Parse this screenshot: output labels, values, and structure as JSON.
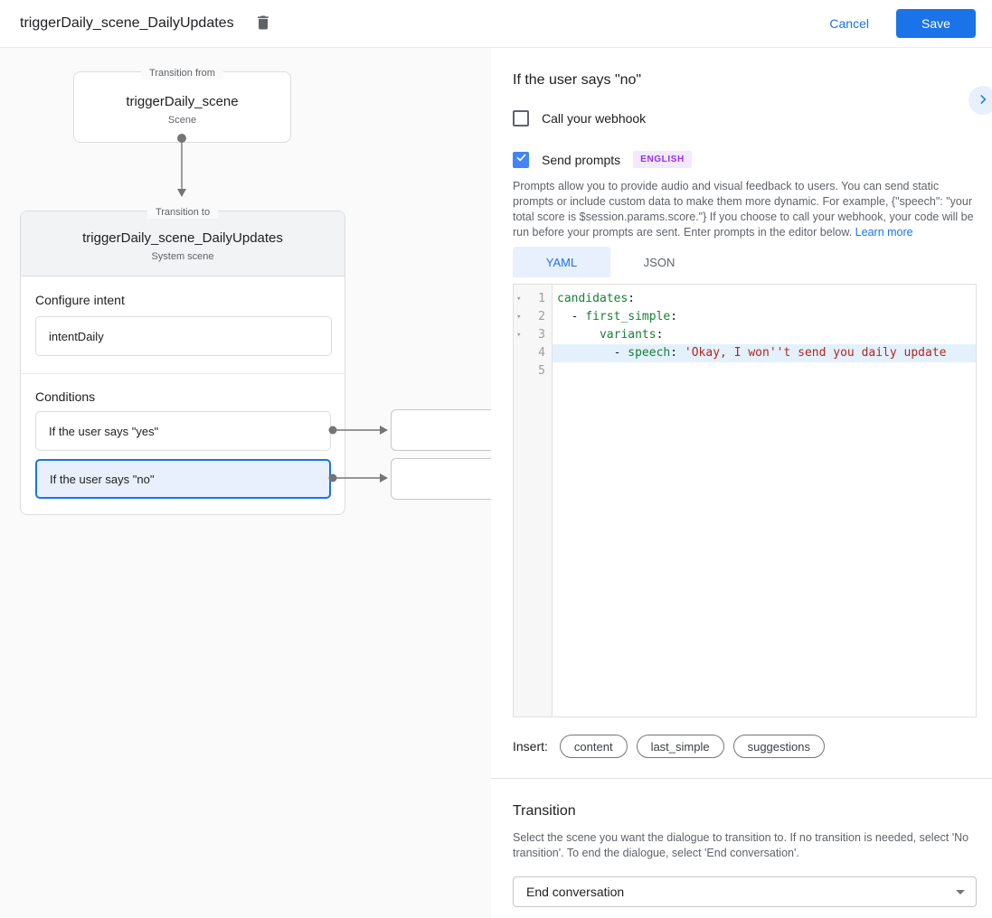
{
  "header": {
    "title": "triggerDaily_scene_DailyUpdates",
    "cancel_label": "Cancel",
    "save_label": "Save"
  },
  "canvas": {
    "from_box": {
      "legend": "Transition from",
      "name": "triggerDaily_scene",
      "type": "Scene"
    },
    "to_box": {
      "legend": "Transition to",
      "name": "triggerDaily_scene_DailyUpdates",
      "type": "System scene",
      "configure_intent_label": "Configure intent",
      "intent_value": "intentDaily",
      "conditions_label": "Conditions",
      "conditions": [
        {
          "label": "If the user says \"yes\"",
          "selected": false
        },
        {
          "label": "If the user says \"no\"",
          "selected": true
        }
      ]
    }
  },
  "panel": {
    "heading": "If the user says \"no\"",
    "webhook": {
      "label": "Call your webhook",
      "checked": false
    },
    "prompts": {
      "label": "Send prompts",
      "checked": true,
      "language_badge": "ENGLISH"
    },
    "description": "Prompts allow you to provide audio and visual feedback to users. You can send static prompts or include custom data to make them more dynamic. For example, {\"speech\": \"your total score is $session.params.score.\"} If you choose to call your webhook, your code will be run before your prompts are sent. Enter prompts in the editor below. ",
    "learn_more_label": "Learn more",
    "tabs": {
      "yaml": "YAML",
      "json": "JSON",
      "active": "YAML"
    },
    "editor_lines": [
      {
        "gutter": {
          "fold": "▾",
          "num": "1"
        },
        "highlighted": false,
        "segments": [
          {
            "cls": "key",
            "text": "candidates"
          },
          {
            "cls": "plain",
            "text": ":"
          }
        ]
      },
      {
        "gutter": {
          "fold": "▾",
          "num": "2"
        },
        "highlighted": false,
        "segments": [
          {
            "cls": "plain",
            "text": "  - "
          },
          {
            "cls": "key",
            "text": "first_simple"
          },
          {
            "cls": "plain",
            "text": ":"
          }
        ]
      },
      {
        "gutter": {
          "fold": "▾",
          "num": "3"
        },
        "highlighted": false,
        "segments": [
          {
            "cls": "plain",
            "text": "      "
          },
          {
            "cls": "key",
            "text": "variants"
          },
          {
            "cls": "plain",
            "text": ":"
          }
        ]
      },
      {
        "gutter": {
          "fold": "",
          "num": "4"
        },
        "highlighted": true,
        "segments": [
          {
            "cls": "plain",
            "text": "        - "
          },
          {
            "cls": "key",
            "text": "speech"
          },
          {
            "cls": "plain",
            "text": ": "
          },
          {
            "cls": "string",
            "text": "'Okay, I won''t send you daily update"
          }
        ]
      },
      {
        "gutter": {
          "fold": "",
          "num": "5"
        },
        "highlighted": false,
        "segments": []
      }
    ],
    "insert": {
      "label": "Insert:",
      "pills": [
        "content",
        "last_simple",
        "suggestions"
      ]
    },
    "transition": {
      "heading": "Transition",
      "description": "Select the scene you want the dialogue to transition to. If no transition is needed, select 'No transition'. To end the dialogue, select 'End conversation'.",
      "dropdown_value": "End conversation"
    }
  },
  "colors": {
    "accent": "#1a73e8",
    "accent_light": "#e8f0fe",
    "checkbox_checked": "#4285f4",
    "badge_bg": "#f3e8fd",
    "badge_text": "#9334e6",
    "code_key": "#188038",
    "code_string": "#b3261e",
    "code_highlight": "#e3f1fc",
    "canvas_bg": "#fafafa"
  }
}
